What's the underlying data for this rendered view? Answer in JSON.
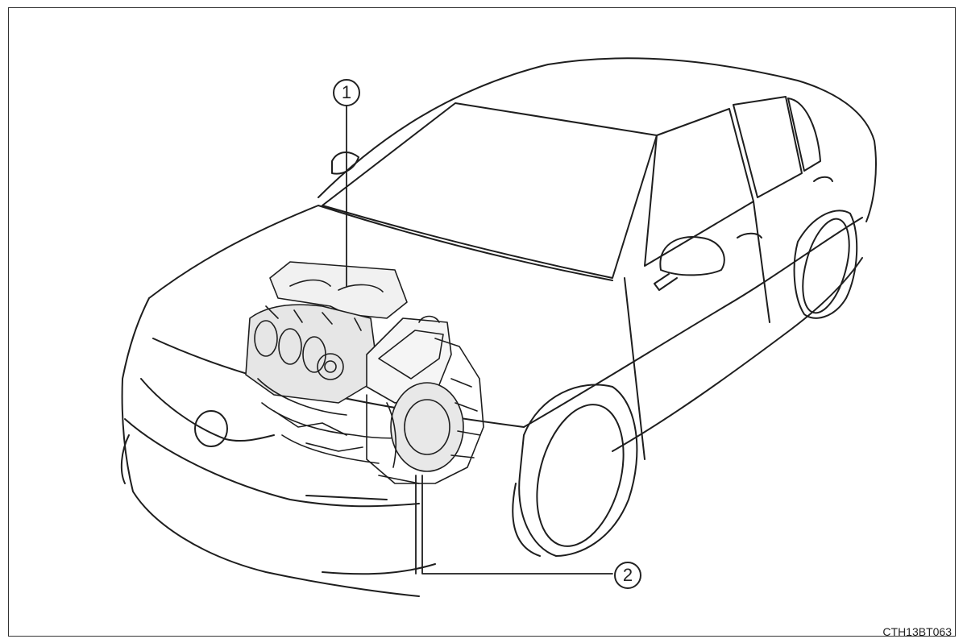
{
  "figure": {
    "callouts": [
      {
        "label": "1"
      },
      {
        "label": "2"
      }
    ],
    "figure_code": "CTH13BT063"
  }
}
